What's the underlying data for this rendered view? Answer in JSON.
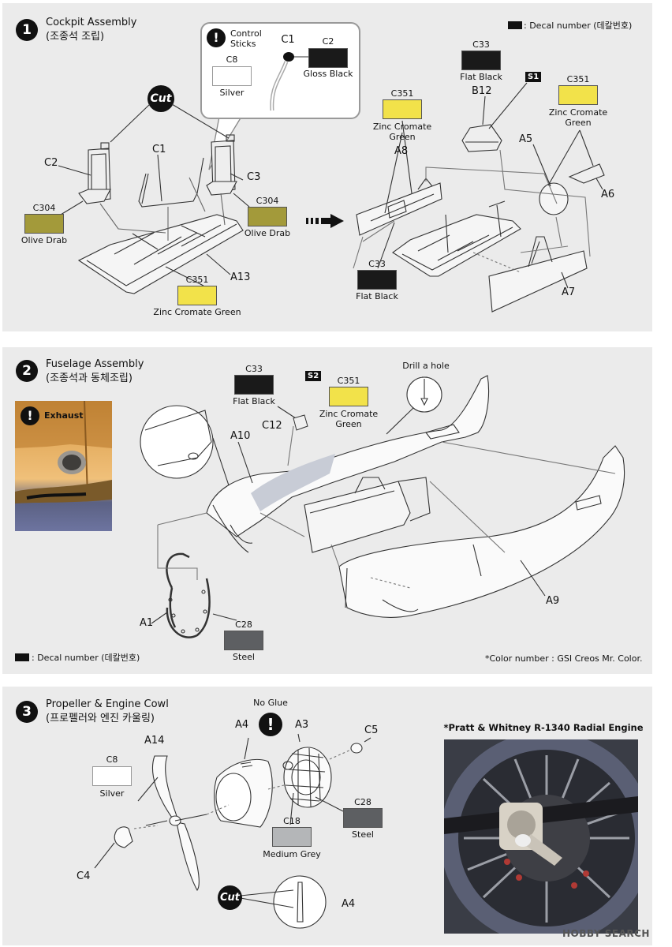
{
  "legend": {
    "text": ": Decal number (데칼번호)"
  },
  "color_note": "*Color number : GSI Creos Mr. Color.",
  "steps": [
    {
      "num": "1",
      "title": "Cockpit Assembly",
      "title_ko": "(조종석 조립)"
    },
    {
      "num": "2",
      "title": "Fuselage Assembly",
      "title_ko": "(조종석과 동체조립)"
    },
    {
      "num": "3",
      "title": "Propeller & Engine Cowl",
      "title_ko": "(프로펠러와 엔진 카울링)"
    }
  ],
  "callout_control": {
    "title": "Control\nSticks",
    "part": "C1",
    "c8": {
      "code": "C8",
      "name": "Silver",
      "color": "#ffffff"
    },
    "c2": {
      "code": "C2",
      "name": "Gloss Black",
      "color": "#1a1a1a"
    }
  },
  "cut_label": "Cut",
  "s1": {
    "parts": {
      "C2": "C2",
      "C1": "C1",
      "C3": "C3",
      "A13": "A13",
      "A8": "A8",
      "B12": "B12",
      "A5": "A5",
      "A6": "A6",
      "A7": "A7"
    },
    "decal": "S1",
    "colors": {
      "c304_left": {
        "code": "C304",
        "name": "Olive Drab",
        "color": "#a39a3a"
      },
      "c304_right": {
        "code": "C304",
        "name": "Olive Drab",
        "color": "#a39a3a"
      },
      "c351_mid": {
        "code": "C351",
        "name": "Zinc Cromate Green",
        "color": "#f2e24a"
      },
      "c33_top": {
        "code": "C33",
        "name": "Flat Black",
        "color": "#1a1a1a"
      },
      "c351_a8": {
        "code": "C351",
        "name": "Zinc Cromate\nGreen",
        "color": "#f2e24a"
      },
      "c351_a6": {
        "code": "C351",
        "name": "Zinc Cromate\nGreen",
        "color": "#f2e24a"
      },
      "c33_bottom": {
        "code": "C33",
        "name": "Flat Black",
        "color": "#1a1a1a"
      }
    }
  },
  "s2": {
    "exhaust_label": "Exhaust",
    "drill_label": "Drill a hole",
    "decal": "S2",
    "parts": {
      "C12": "C12",
      "A10": "A10",
      "A9": "A9",
      "A1": "A1"
    },
    "colors": {
      "c33": {
        "code": "C33",
        "name": "Flat Black",
        "color": "#1a1a1a"
      },
      "c351": {
        "code": "C351",
        "name": "Zinc Cromate\nGreen",
        "color": "#f2e24a"
      },
      "c28": {
        "code": "C28",
        "name": "Steel",
        "color": "#5d5f62"
      }
    }
  },
  "s3": {
    "no_glue": "No Glue",
    "engine_caption": "*Pratt & Whitney R-1340 Radial Engine",
    "parts": {
      "A14": "A14",
      "A4": "A4",
      "A3": "A3",
      "C5": "C5",
      "C4": "C4",
      "A4b": "A4"
    },
    "colors": {
      "c8": {
        "code": "C8",
        "name": "Silver",
        "color": "#ffffff"
      },
      "c28": {
        "code": "C28",
        "name": "Steel",
        "color": "#5d5f62"
      },
      "c18": {
        "code": "C18",
        "name": "Medium Grey",
        "color": "#b4b6b8"
      }
    }
  },
  "watermark": "HOBBY SEARCH"
}
